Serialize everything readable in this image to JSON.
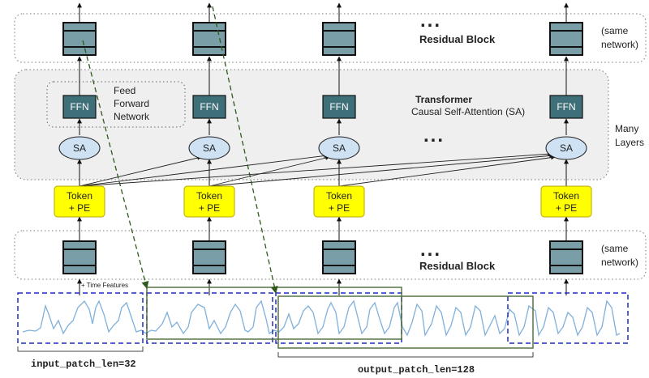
{
  "residual_top": {
    "label": "Residual Block",
    "ellipsis": "...",
    "note_line1": "(same",
    "note_line2": "network)"
  },
  "transformer": {
    "title": "Transformer",
    "subtitle": "Causal Self-Attention (SA)",
    "ellipsis": "...",
    "side_line1": "Many",
    "side_line2": "Layers",
    "ffn_group_line1": "Feed",
    "ffn_group_line2": "Forward",
    "ffn_group_line3": "Network"
  },
  "ffn_label": "FFN",
  "sa_label": "SA",
  "token_line1": "Token",
  "token_line2": "+ PE",
  "residual_bottom": {
    "label": "Residual Block",
    "ellipsis": "...",
    "note_line1": "(same",
    "note_line2": "network)"
  },
  "time_features": "+ Time Features",
  "input_patch_len": "input_patch_len=32",
  "output_patch_len": "output_patch_len=128",
  "colors": {
    "block_fill": "#7a9ea7",
    "block_border": "#111111",
    "ffn_fill": "#3f6f78",
    "sa_fill": "#cfe2f3",
    "token_fill": "#ffff00",
    "token_border": "#b8a400",
    "dashed_green": "#2d5a1b",
    "series_blue": "#7fb0dc",
    "patch_blue": "#1f2dbf",
    "patch_green": "#4a6a3a"
  }
}
